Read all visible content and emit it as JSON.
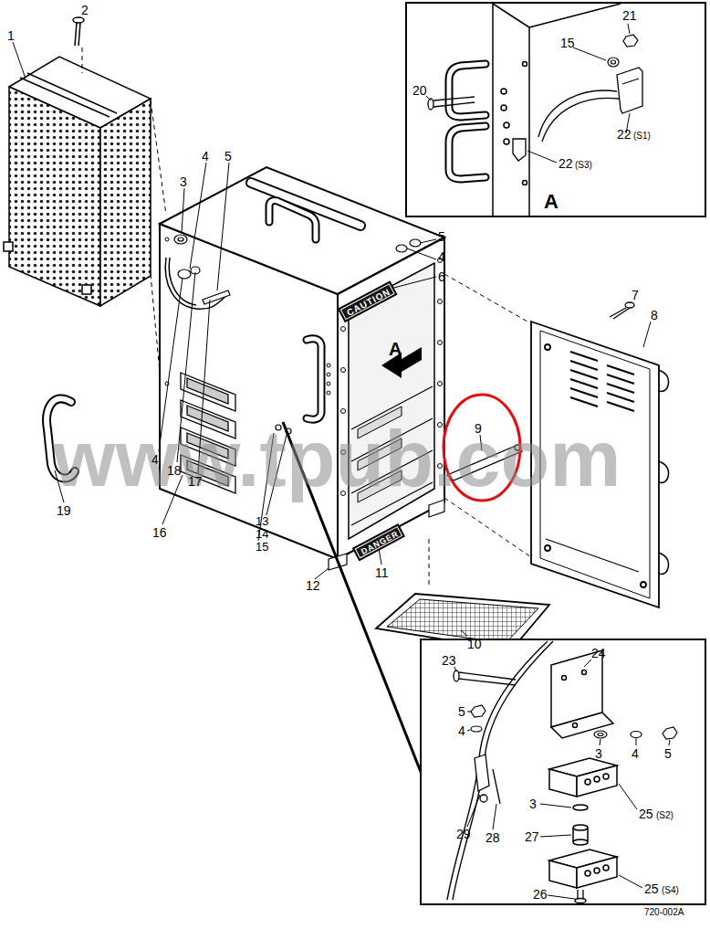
{
  "diagram": {
    "nodes": [
      {
        "text": [
          "CAUTION"
        ]
      },
      {
        "text": [
          "DANGER"
        ]
      }
    ],
    "labels": [
      "1",
      "2",
      "3",
      "4",
      "5",
      "5",
      "4",
      "6",
      "7",
      "8",
      "A",
      "9",
      "4",
      "18",
      "17",
      "16",
      "19",
      "13",
      "14",
      "15",
      "12",
      "11",
      "10",
      "www.tpub.com",
      "720-002A",
      "A",
      "20",
      "15",
      "21",
      "22",
      "(S3)",
      "22",
      "(S1)",
      "23",
      "24",
      "5",
      "4",
      "3",
      "4",
      "5",
      "25",
      "(S2)",
      "3",
      "27",
      "29",
      "28",
      "25",
      "(S4)",
      "26"
    ]
  }
}
